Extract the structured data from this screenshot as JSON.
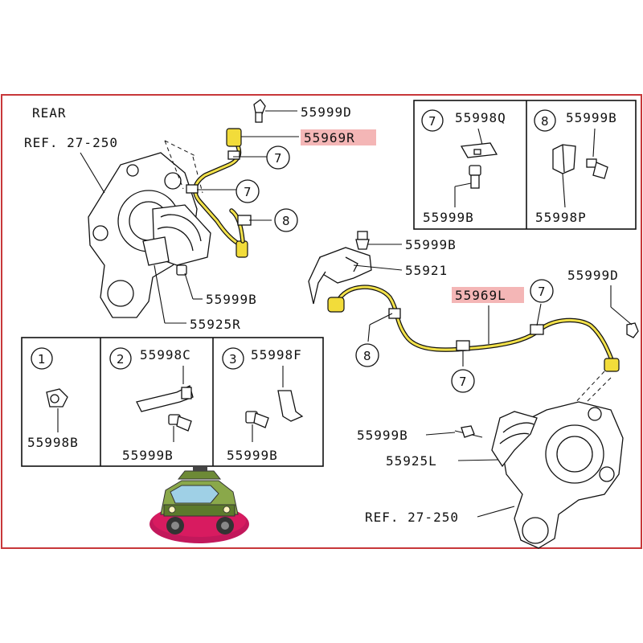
{
  "labels": {
    "rear": "REAR",
    "ref_left": "REF. 27-250",
    "ref_right": "REF. 27-250",
    "p55999d_top": "55999D",
    "p55969r": "55969R",
    "p55999b_left": "55999B",
    "p55925r": "55925R",
    "p55999b_mid": "55999B",
    "p55921": "55921",
    "p55969l": "55969L",
    "p55999d_right": "55999D",
    "p55999b_lower": "55999B",
    "p55925l": "55925L"
  },
  "callouts": {
    "c7_a": "7",
    "c7_b": "7",
    "c8_a": "8",
    "c7_c": "7",
    "c8_b": "8",
    "c7_d": "7"
  },
  "inset_top": {
    "box7_num": "7",
    "box7_part": "55998Q",
    "box7_bolt": "55999B",
    "box8_num": "8",
    "box8_part": "55999B",
    "box8_clip": "55998P"
  },
  "inset_bottom": {
    "box1_num": "1",
    "box1_part": "55998B",
    "box2_num": "2",
    "box2_part": "55998C",
    "box2_bolt": "55999B",
    "box3_num": "3",
    "box3_part": "55998F",
    "box3_bolt": "55999B"
  },
  "colors": {
    "border": "#c8373a",
    "highlight": "#f4b6b6",
    "wire": "#f2e14a",
    "car_body": "#8aa84a",
    "car_base": "#c2185b"
  }
}
